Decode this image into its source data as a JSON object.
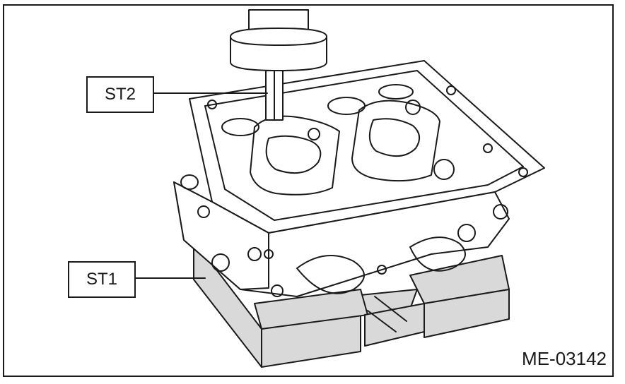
{
  "labels": {
    "st2": "ST2",
    "st1": "ST1"
  },
  "figure_code": "ME-03142",
  "colors": {
    "line": "#1a1a1a",
    "fixture_fill": "#d9d9d9",
    "background": "#ffffff"
  }
}
